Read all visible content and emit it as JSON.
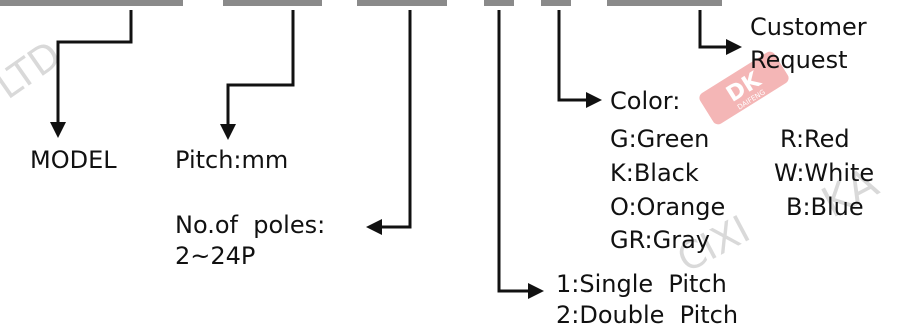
{
  "watermarks": {
    "left": "LTD",
    "center": "CIXI",
    "right": "KA",
    "logo_text": "DK",
    "logo_sub": "DAIFENG"
  },
  "labels": {
    "model": "MODEL",
    "pitch": "Pitch:mm",
    "poles_line1": "No.of  poles:",
    "poles_line2": "2~24P",
    "pitch_type_line1": "1:Single  Pitch",
    "pitch_type_line2": "2:Double  Pitch",
    "color_title": "Color:",
    "customer_line1": "Customer",
    "customer_line2": "Request"
  },
  "colors": [
    {
      "code": "G:Green"
    },
    {
      "code": "R:Red"
    },
    {
      "code": "K:Black"
    },
    {
      "code": "W:White"
    },
    {
      "code": "O:Orange"
    },
    {
      "code": "B:Blue"
    },
    {
      "code": "GR:Gray"
    }
  ],
  "theme": {
    "ink": "#111111",
    "header_bar": "#8a8a8a",
    "watermark": "#d9d9d9",
    "logo_red": "#e23030"
  }
}
